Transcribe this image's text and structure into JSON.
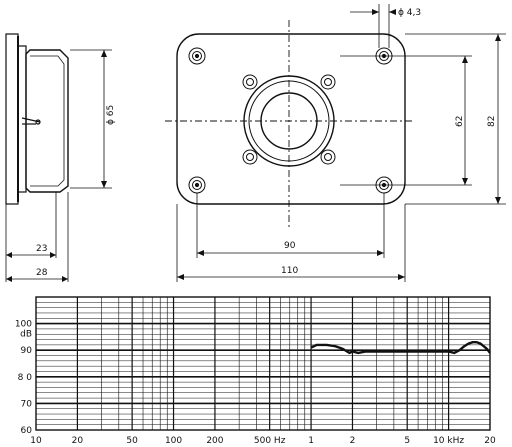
{
  "drawing": {
    "dimensions": {
      "side_depth_inner": "23",
      "side_depth_outer": "28",
      "cone_diameter": "ϕ 65",
      "front_hole_spacing": "90",
      "front_width": "110",
      "front_inner_height": "62",
      "front_height": "82",
      "mount_hole": "ϕ 4,3"
    }
  },
  "chart_data": {
    "type": "line",
    "title": "",
    "xlabel": "",
    "ylabel": "dB",
    "x_scale": "log",
    "xlim": [
      10,
      20000
    ],
    "ylim": [
      60,
      110
    ],
    "grid": true,
    "x_ticks": [
      10,
      20,
      50,
      100,
      200,
      500,
      1000,
      2000,
      5000,
      10000,
      20000
    ],
    "x_tick_labels": [
      "10",
      "20",
      "50",
      "100",
      "200",
      "500 Hz",
      "1",
      "2",
      "5",
      "10 kHz",
      "20"
    ],
    "y_ticks": [
      60,
      70,
      80,
      90,
      100
    ],
    "y_tick_labels": [
      "60",
      "70",
      "8 0",
      "90",
      "100"
    ],
    "series": [
      {
        "x": [
          1000,
          1100,
          1300,
          1500,
          1700,
          1900,
          2000,
          2200,
          2500,
          3000,
          4000,
          5000,
          6000,
          7000,
          8000,
          9000,
          10000,
          11000,
          12000,
          13000,
          14000,
          15000,
          16000,
          17000,
          18000,
          19000,
          20000
        ],
        "values": [
          91,
          92,
          92,
          91.5,
          90.5,
          89,
          89.5,
          89,
          89.5,
          89.5,
          89.5,
          89.5,
          89.5,
          89.5,
          89.5,
          89.5,
          89.5,
          89,
          90,
          91.5,
          92.5,
          93,
          93,
          92.5,
          91.5,
          90.5,
          89
        ]
      }
    ]
  }
}
